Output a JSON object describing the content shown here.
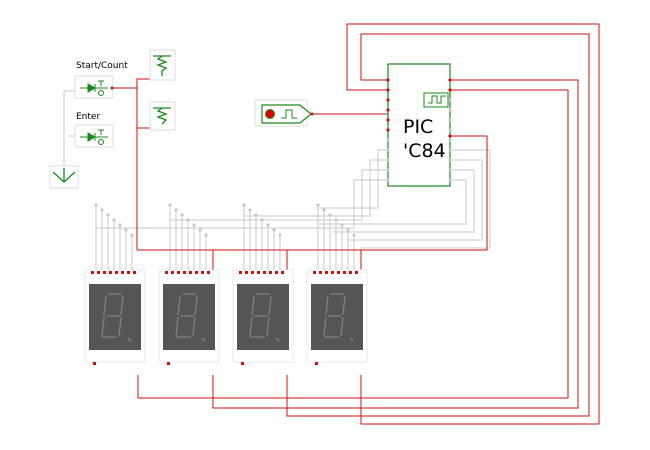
{
  "labels": {
    "start_count": "Start/Count",
    "enter": "Enter",
    "pic_line1": "PIC",
    "pic_line2": "'C84"
  },
  "displays": [
    {
      "id": "display-1"
    },
    {
      "id": "display-2"
    },
    {
      "id": "display-3"
    },
    {
      "id": "display-4"
    }
  ],
  "colors": {
    "wire_active": "#cc1111",
    "wire_inactive": "#c8c8c8",
    "component": "#1a8a1a",
    "display_body": "#555555",
    "display_segment": "#808080",
    "clock_led": "#dd0000"
  },
  "icons": [
    "pushbutton-icon",
    "pullup-resistor-icon",
    "ground-icon",
    "clock-source-icon",
    "seven-segment-display-icon",
    "pic-chip-icon"
  ]
}
